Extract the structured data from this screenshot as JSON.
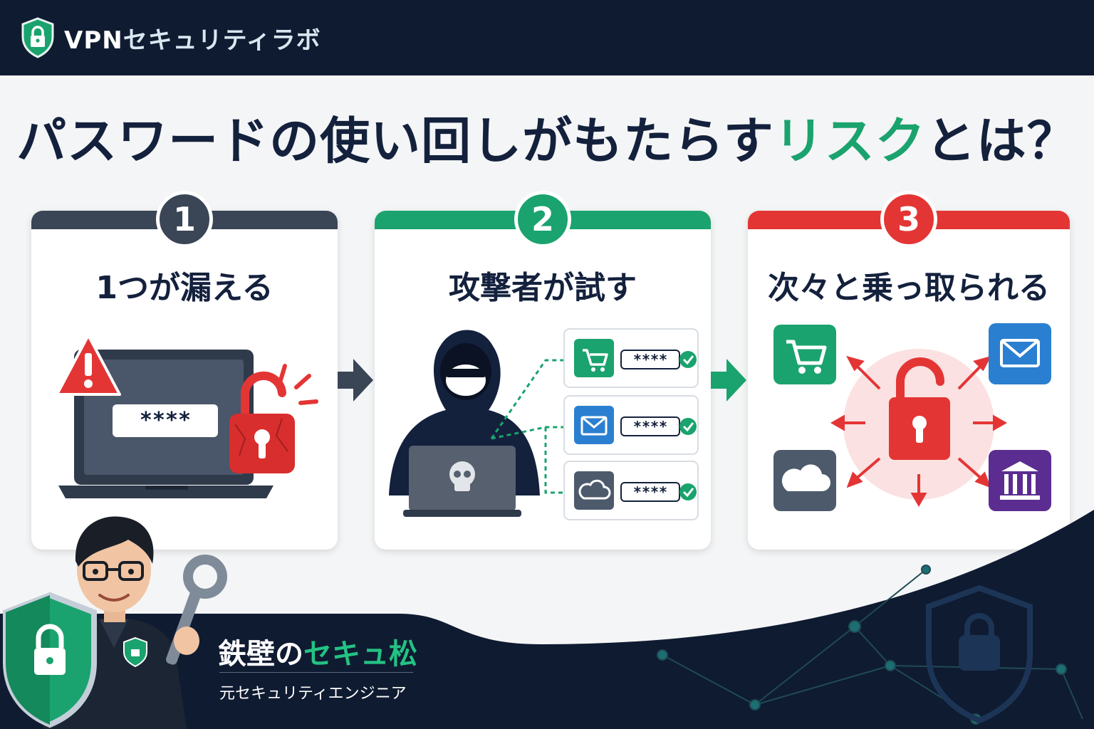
{
  "header": {
    "brand_prefix": "VPN",
    "brand_suffix": "セキュリティラボ"
  },
  "title": {
    "before": "パスワードの使い回しがもたらす",
    "accent": "リスク",
    "after": "とは？"
  },
  "steps": [
    {
      "number": "1",
      "label": "1つが漏える",
      "password": "****"
    },
    {
      "number": "2",
      "label": "攻撃者が試す",
      "password": "****"
    },
    {
      "number": "3",
      "label": "次々と乗っ取られる"
    }
  ],
  "accounts": [
    {
      "icon": "cart-icon",
      "password": "****"
    },
    {
      "icon": "mail-icon",
      "password": "****"
    },
    {
      "icon": "cloud-icon",
      "password": "****"
    }
  ],
  "person": {
    "name_prefix": "鉄壁の",
    "name_accent": "セキュ松",
    "title": "元セキュリティエンジニア"
  },
  "colors": {
    "navy": "#0f1b31",
    "green": "#1aa36e",
    "red": "#e43535",
    "slate": "#3a4556",
    "blue": "#2b7fd0",
    "purple": "#5b2d90"
  }
}
